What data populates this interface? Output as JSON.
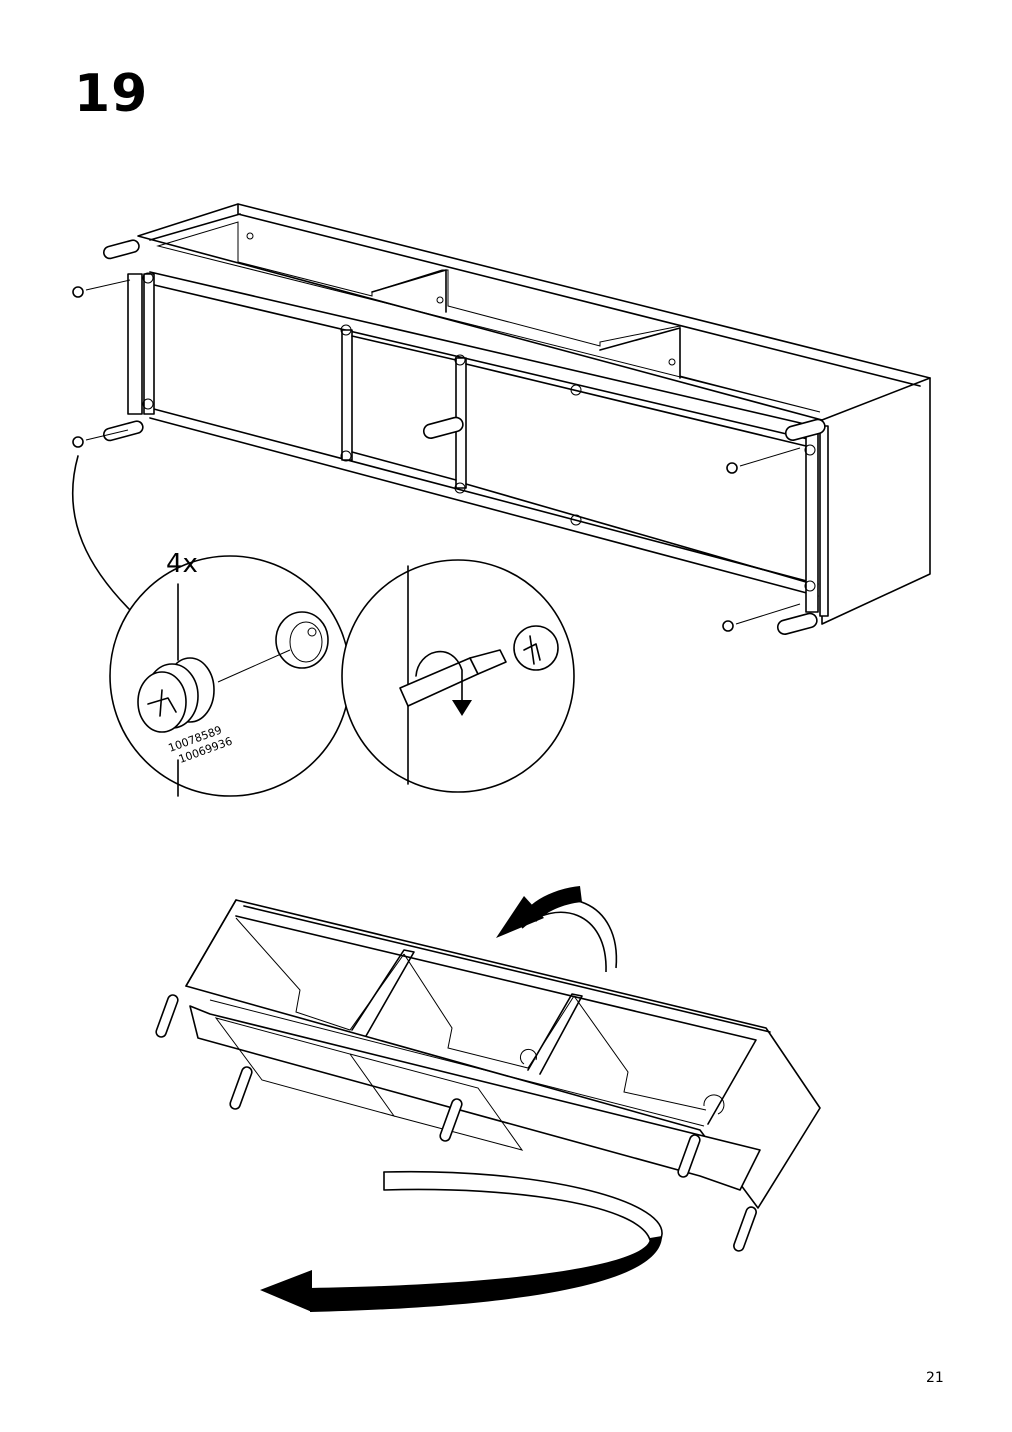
{
  "step": {
    "number": "19"
  },
  "detail": {
    "quantity": "4x",
    "part_numbers": [
      "10078589",
      "10069936"
    ]
  },
  "footer": {
    "page_number": "21"
  },
  "icons": [
    "cam-lock-fitting-icon",
    "screwdriver-icon",
    "rotate-arrow-icon",
    "flip-arrow-icon"
  ]
}
